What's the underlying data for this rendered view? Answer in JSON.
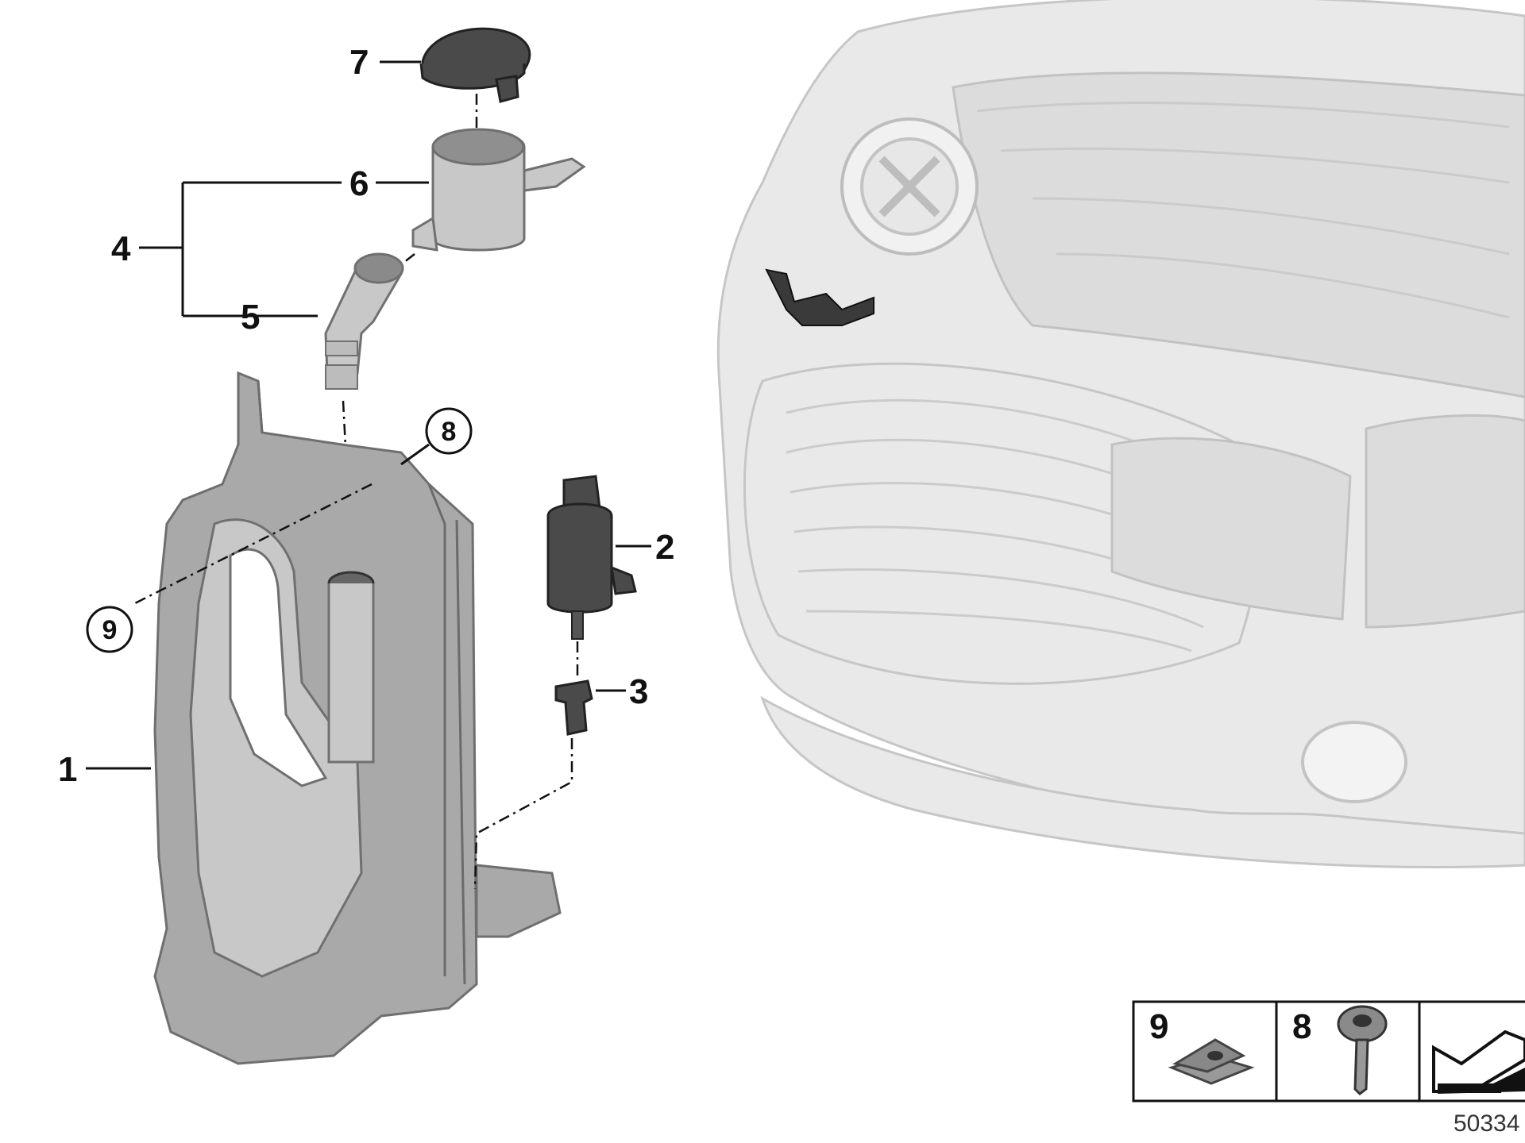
{
  "callouts": [
    {
      "id": "1",
      "label": "1"
    },
    {
      "id": "2",
      "label": "2"
    },
    {
      "id": "3",
      "label": "3"
    },
    {
      "id": "4",
      "label": "4"
    },
    {
      "id": "5",
      "label": "5"
    },
    {
      "id": "6",
      "label": "6"
    },
    {
      "id": "7",
      "label": "7"
    },
    {
      "id": "8",
      "label": "8",
      "style": "circled"
    },
    {
      "id": "9",
      "label": "9",
      "style": "circled"
    }
  ],
  "legend": {
    "cells": [
      {
        "number": "9",
        "part": "clip-nut"
      },
      {
        "number": "8",
        "part": "screw"
      },
      {
        "number": "",
        "part": "location-arrow"
      }
    ]
  },
  "document_number": "50334",
  "parts": {
    "1": "washer-fluid-reservoir",
    "2": "washer-pump",
    "3": "grommet",
    "4": "filler-neck-assembly",
    "5": "elbow-hose",
    "6": "filler-neck",
    "7": "filler-cap"
  },
  "colors": {
    "part_fill": "#a9a9a9",
    "vehicle_ghost": "#e9e9e9",
    "line": "#111111"
  }
}
